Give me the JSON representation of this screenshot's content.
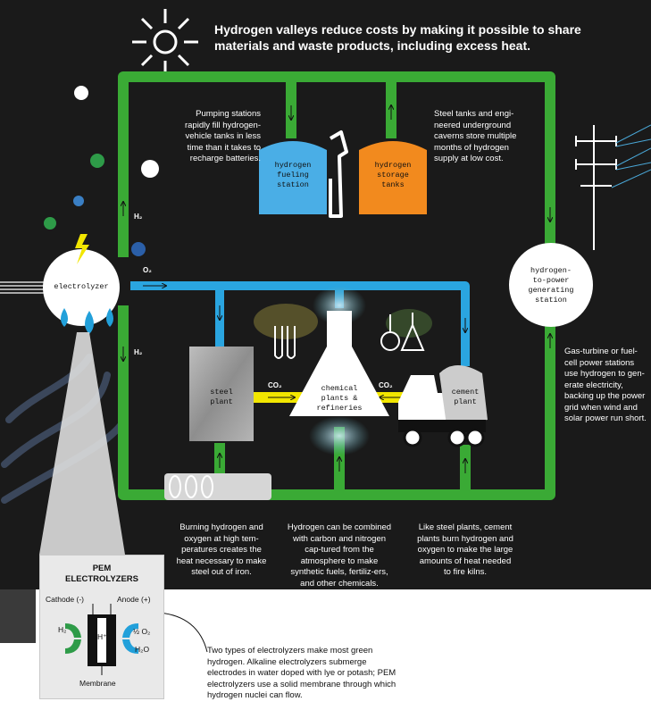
{
  "headline": "Hydrogen valleys reduce costs by making it possible to share materials and waste products, including excess heat.",
  "nodes": {
    "electrolyzer": "electrolyzer",
    "fueling_station": "hydrogen\nfueling\nstation",
    "storage_tanks": "hydrogen\nstorage\ntanks",
    "power_station": "hydrogen-\nto-power\ngenerating\nstation",
    "steel_plant": "steel\nplant",
    "chemical_plants": "chemical\nplants &\nrefineries",
    "cement_plant": "cement\nplant"
  },
  "flow_labels": {
    "h2_up": "H₂",
    "h2_down": "H₂",
    "o2": "O₂",
    "co2_left": "CO₂",
    "co2_right": "CO₂"
  },
  "captions": {
    "pumping": "Pumping stations rapidly fill hydrogen-vehicle tanks in less time than it takes to recharge batteries.",
    "storage": "Steel tanks and engi-neered underground caverns store multiple months of hydrogen supply at low cost.",
    "power": "Gas-turbine or fuel-cell power stations use hydrogen to gen-erate electricity, backing up the power grid when wind and solar power run short.",
    "steel": "Burning hydrogen and oxygen at high tem-peratures creates the heat necessary to make steel out of iron.",
    "chemical": "Hydrogen can be combined with carbon and nitrogen cap-tured from the atmosphere to make synthetic fuels, fertiliz-ers, and other chemicals.",
    "cement": "Like steel plants, cement plants burn hydrogen and oxygen to make the large amounts of heat needed to fire kilns."
  },
  "pem": {
    "title": "PEM\nELECTROLYZERS",
    "cathode": "Cathode (-)",
    "anode": "Anode (+)",
    "h2": "H₂",
    "hplus": "H⁺",
    "half_o2": "½ O₂",
    "h2o": "H₂O",
    "membrane": "Membrane"
  },
  "note": "Two types of electrolyzers make most green hydrogen. Alkaline electrolyzers submerge electrodes in water doped with lye or potash; PEM electrolyzers use a solid membrane through which hydrogen nuclei can flow.",
  "colors": {
    "green_pipe": "#3aaa35",
    "blue_pipe": "#2aa5e0",
    "yellow_pipe": "#f2e600",
    "fueling_blue": "#4aaee6",
    "storage_orange": "#f28a1e",
    "steel_gray": "#a8a8a8",
    "pem_green": "#2e9b48",
    "pem_blue": "#22a0da"
  }
}
